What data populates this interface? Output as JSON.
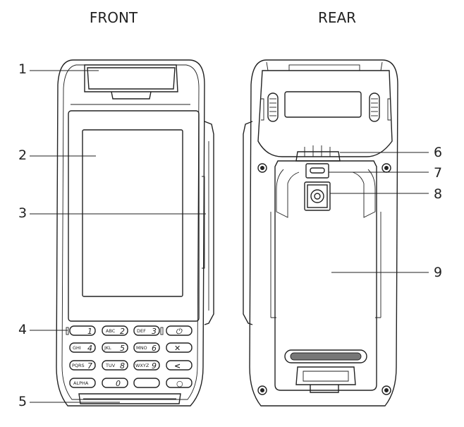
{
  "views": {
    "front_title": "FRONT",
    "rear_title": "REAR"
  },
  "callouts": {
    "c1": "1",
    "c2": "2",
    "c3": "3",
    "c4": "4",
    "c5": "5",
    "c6": "6",
    "c7": "7",
    "c8": "8",
    "c9": "9"
  },
  "keypad": {
    "row1": [
      "",
      "ABC",
      "DEF",
      ""
    ],
    "row1_digits": [
      "1",
      "2",
      "3",
      "⏻"
    ],
    "row2": [
      "GHI",
      "JKL",
      "MNO"
    ],
    "row2_digits": [
      "4",
      "5",
      "6",
      "✕"
    ],
    "row3": [
      "PQRS",
      "TUV",
      "WXYZ"
    ],
    "row3_digits": [
      "7",
      "8",
      "9",
      "<"
    ],
    "row4": [
      "ALPHA",
      "",
      ""
    ],
    "row4_digits": [
      "",
      "0",
      "",
      "○"
    ]
  }
}
